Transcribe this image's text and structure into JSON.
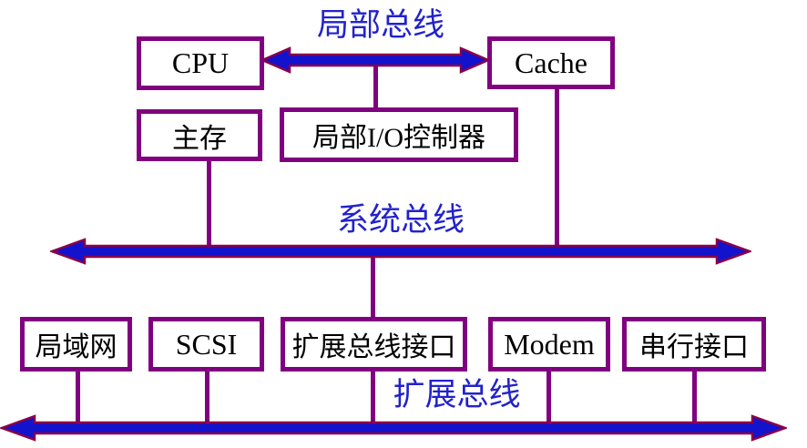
{
  "diagram": {
    "title_implicit": "计算机总线结构图",
    "labels": {
      "local_bus": "局部总线",
      "system_bus": "系统总线",
      "expansion_bus": "扩展总线"
    },
    "boxes": {
      "cpu": "CPU",
      "cache": "Cache",
      "main_memory": "主存",
      "local_io_controller": "局部I/O控制器",
      "lan": "局域网",
      "scsi": "SCSI",
      "expansion_bus_interface": "扩展总线接口",
      "modem": "Modem",
      "serial_interface": "串行接口"
    },
    "colors": {
      "box_border": "#800080",
      "connector": "#800080",
      "bus_fill": "#1313ce",
      "bus_outline": "#8b0047",
      "label_text": "#2222cc",
      "box_text": "#000000",
      "background": "#ffffff"
    }
  }
}
